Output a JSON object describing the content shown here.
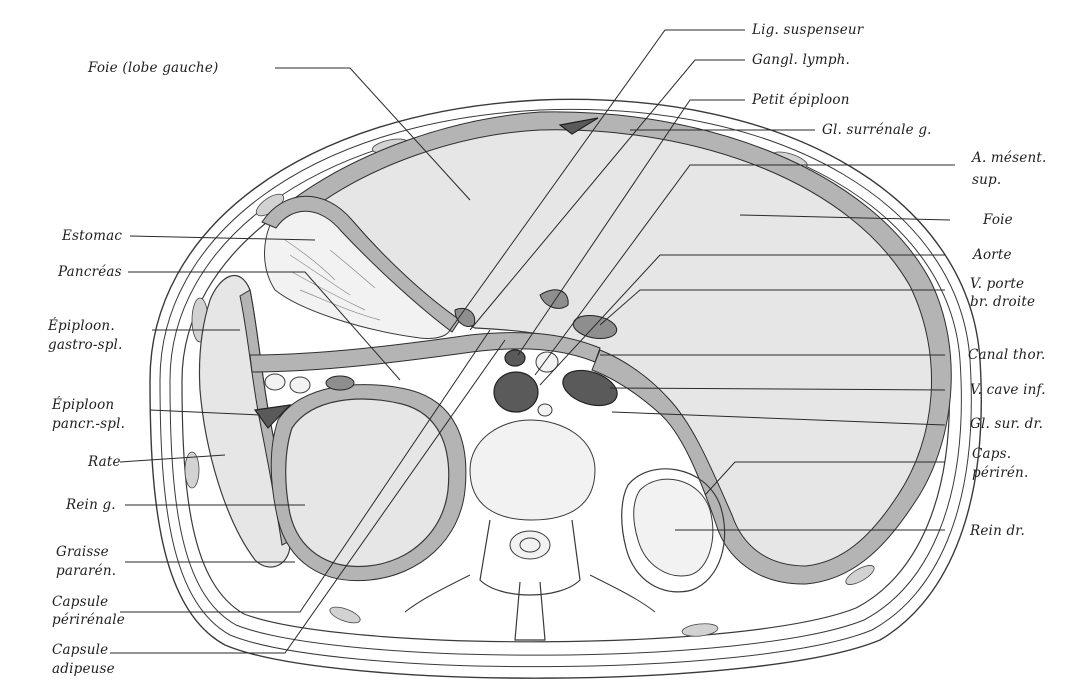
{
  "labels": {
    "foie_lobe_gauche": "Foie (lobe gauche)",
    "lig_suspenseur": "Lig. suspenseur",
    "gangl_lymph": "Gangl. lymph.",
    "petit_epiploon": "Petit épiploon",
    "gl_surrenale_g": "Gl. surrénale g.",
    "a_mesent_sup_1": "A. mésent.",
    "a_mesent_sup_2": "sup.",
    "foie": "Foie",
    "aorte": "Aorte",
    "v_porte_1": "V. porte",
    "v_porte_2": "br. droite",
    "canal_thor": "Canal thor.",
    "v_cave_inf": "V. cave inf.",
    "gl_sur_dr": "Gl. sur. dr.",
    "caps_periren_1": "Caps.",
    "caps_periren_2": "périrén.",
    "rein_dr": "Rein dr.",
    "estomac": "Estomac",
    "pancreas": "Pancréas",
    "epiploon_gastro_1": "Épiploon.",
    "epiploon_gastro_2": "gastro-spl.",
    "epiploon_pancr_1": "Épiploon",
    "epiploon_pancr_2": "pancr.-spl.",
    "rate": "Rate",
    "rein_g": "Rein g.",
    "graisse_1": "Graisse",
    "graisse_2": "pararén.",
    "capsule_perirenale_1": "Capsule",
    "capsule_perirenale_2": "périrénale",
    "capsule_adipeuse_1": "Capsule",
    "capsule_adipeuse_2": "adipeuse"
  },
  "colors": {
    "background": "#ffffff",
    "organ_fill": "#e6e6e6",
    "band_fill": "#b4b4b4",
    "vessel_dark": "#5a5a5a",
    "line": "#2a2a2a"
  }
}
